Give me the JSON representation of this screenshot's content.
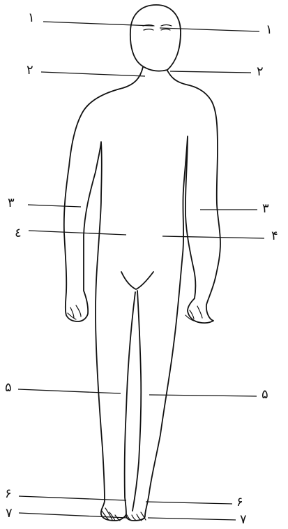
{
  "diagram": {
    "labels": [
      {
        "side": "left",
        "text": "۱"
      },
      {
        "side": "right",
        "text": "۱"
      },
      {
        "side": "left",
        "text": "۲"
      },
      {
        "side": "right",
        "text": "۲"
      },
      {
        "side": "left",
        "text": "۳"
      },
      {
        "side": "right",
        "text": "۳"
      },
      {
        "side": "left",
        "text": "٤"
      },
      {
        "side": "right",
        "text": "۴"
      },
      {
        "side": "left",
        "text": "۵"
      },
      {
        "side": "right",
        "text": "۵"
      },
      {
        "side": "left",
        "text": "۶"
      },
      {
        "side": "right",
        "text": "۶"
      },
      {
        "side": "left",
        "text": "۷"
      },
      {
        "side": "right",
        "text": "۷"
      }
    ]
  }
}
